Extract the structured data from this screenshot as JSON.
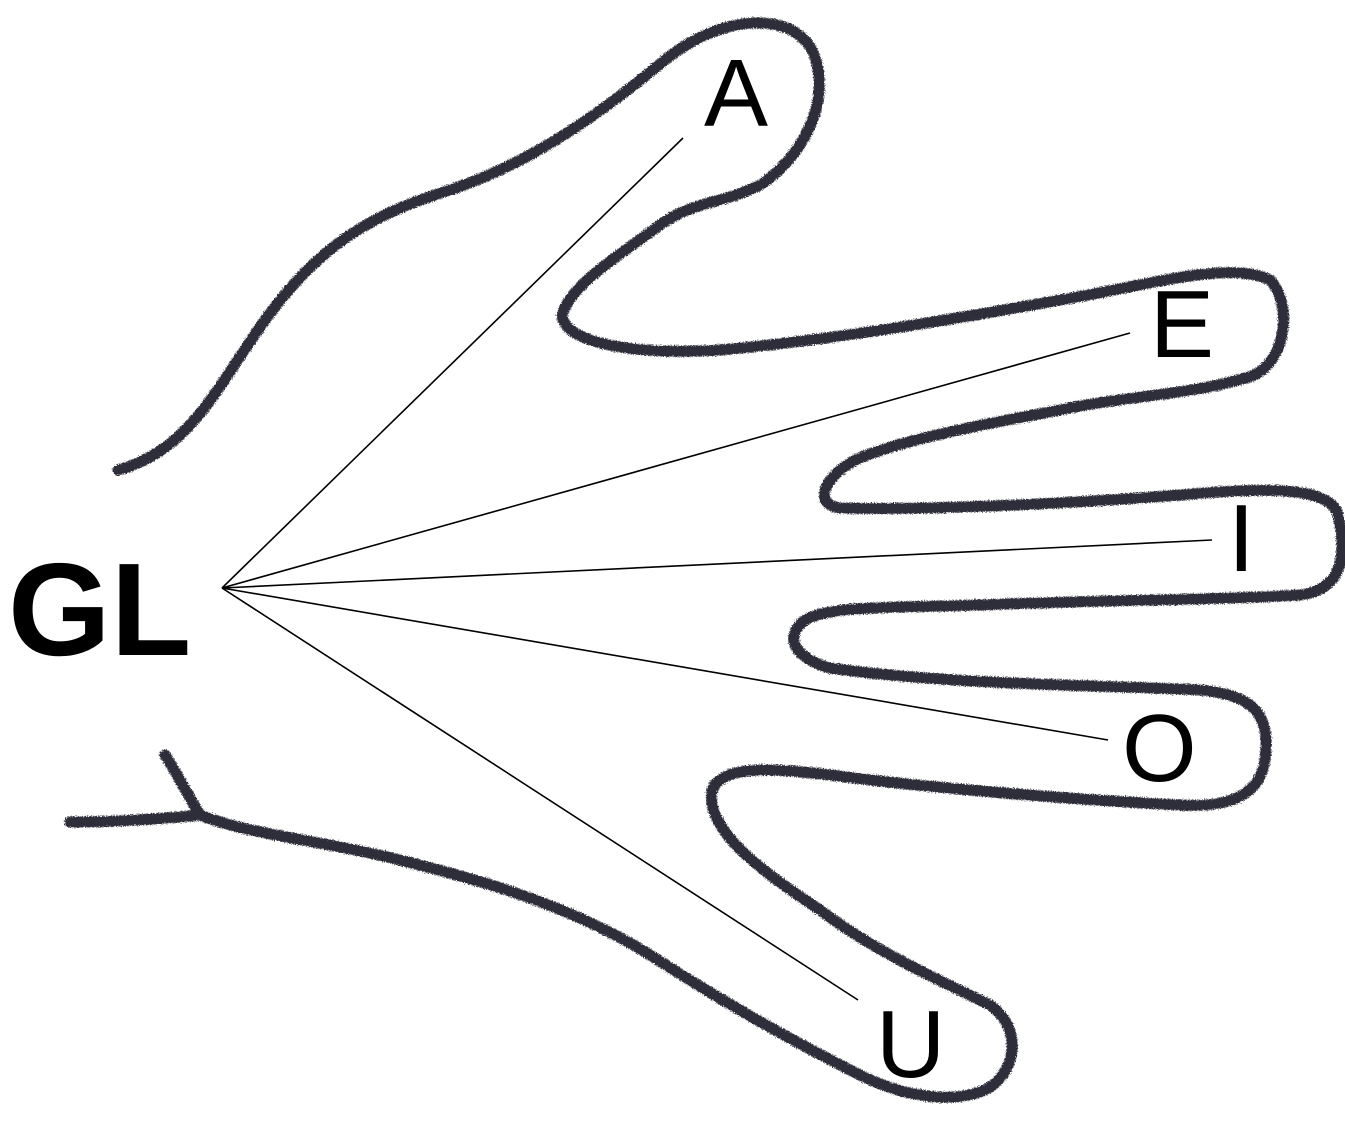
{
  "diagram": {
    "source": {
      "id": "src",
      "label": "GL"
    },
    "targets": [
      {
        "id": "A",
        "label": "A"
      },
      {
        "id": "E",
        "label": "E"
      },
      {
        "id": "I",
        "label": "I"
      },
      {
        "id": "O",
        "label": "O"
      },
      {
        "id": "U",
        "label": "U"
      }
    ],
    "edges": [
      {
        "from": "src",
        "to": "A"
      },
      {
        "from": "src",
        "to": "E"
      },
      {
        "from": "src",
        "to": "I"
      },
      {
        "from": "src",
        "to": "O"
      },
      {
        "from": "src",
        "to": "U"
      }
    ],
    "colors": {
      "outline": "#3a3a48",
      "outline_light": "#6a6a80",
      "ray": "#000000",
      "text": "#000000",
      "background": "#ffffff"
    }
  }
}
